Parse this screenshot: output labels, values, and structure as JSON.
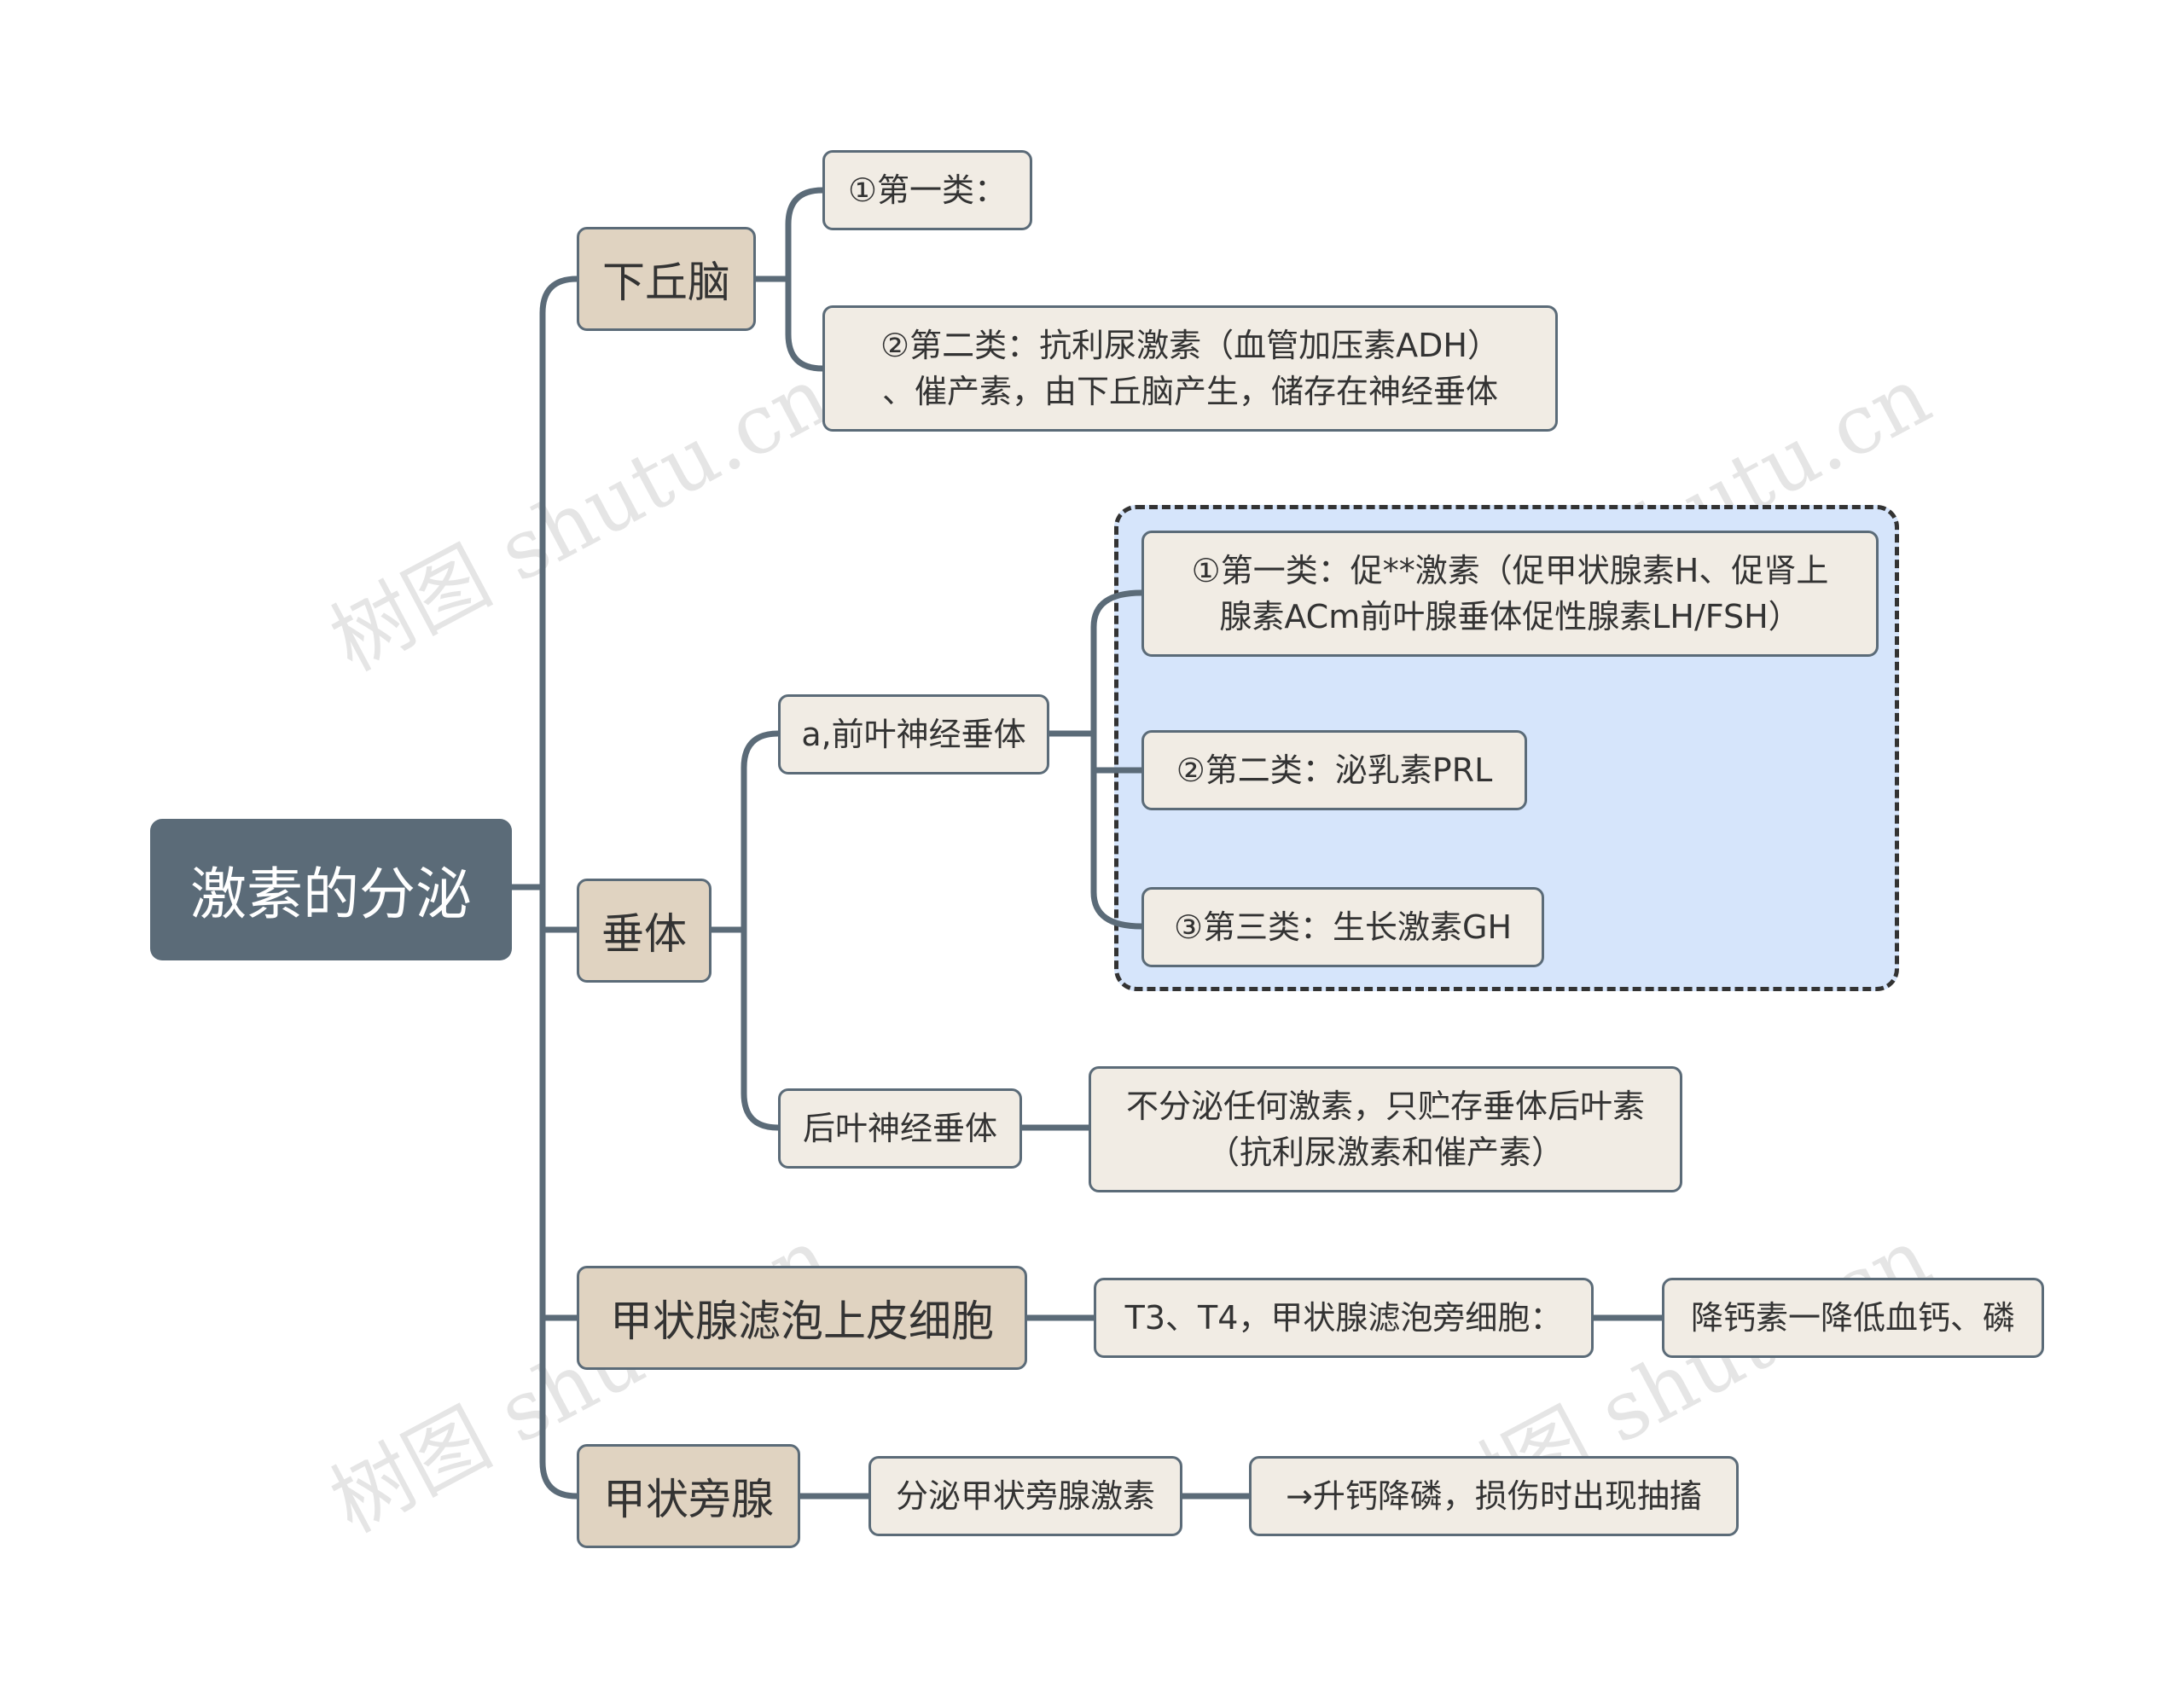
{
  "root": "激素的分泌",
  "hypothalamus": {
    "label": "下丘脑",
    "class1": "①第一类：",
    "class2_line1": "②第二类：抗利尿激素（血管加压素ADH）",
    "class2_line2": "、催产素，由下丘脑产生，储存在神经垂体"
  },
  "pituitary": {
    "label": "垂体",
    "anterior": {
      "label": "a,前叶神经垂体",
      "class1_line1": "①第一类：促**激素（促甲状腺素H、促肾上",
      "class1_line2": "腺素ACm前叶腺垂体促性腺素LH/FSH）",
      "class2": "②第二类：泌乳素PRL",
      "class3": "③第三类：生长激素GH"
    },
    "posterior": {
      "label": "后叶神经垂体",
      "desc_line1": "不分泌任何激素，只贮存垂体后叶素",
      "desc_line2": "（抗利尿激素和催产素）"
    }
  },
  "thyroid": {
    "label": "甲状腺滤泡上皮细胞",
    "child": "T3、T4，甲状腺滤泡旁细胞：",
    "grandchild": "降钙素一降低血钙、磷"
  },
  "parathyroid": {
    "label": "甲状旁腺",
    "child": "分泌甲状旁腺激素",
    "grandchild": "→升钙降磷，损伤时出现抽搐"
  },
  "watermark": "树图 shutu.cn",
  "colors": {
    "root_bg": "#5b6b78",
    "connector": "#5b6b78",
    "level1_bg": "#e0d3c1",
    "leaf_bg": "#f1ece4",
    "group_bg": "#d6e5fb"
  }
}
